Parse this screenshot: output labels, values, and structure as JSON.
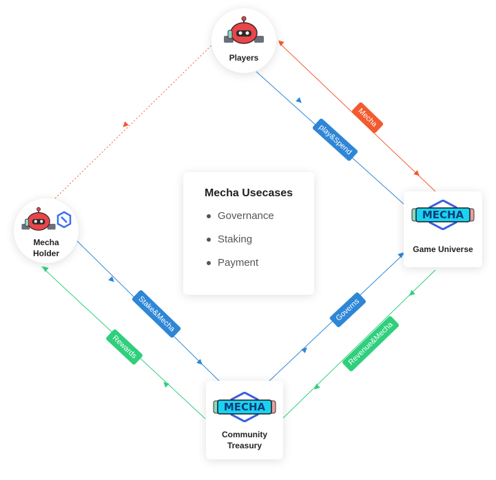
{
  "nodes": {
    "players": {
      "label": "Players",
      "icon": "robot-mascot-icon"
    },
    "holder": {
      "label": "Mecha\nHolder",
      "icon": "robot-mascot-icon"
    },
    "game": {
      "label": "Game Universe",
      "icon": "mecha-logo-icon"
    },
    "treasury": {
      "label": "Community\nTreasury",
      "icon": "mecha-logo-icon"
    }
  },
  "logo_text": "MECHA",
  "usecases": {
    "title": "Mecha Usecases",
    "items": [
      "Governance",
      "Staking",
      "Payment"
    ]
  },
  "edge_labels": {
    "mecha": "Mecha",
    "play_spend": "play&Spend",
    "stake_mecha": "Stake&Mecha",
    "rewards": "Rewards",
    "governs": "Governs",
    "revenue_mecha": "Revenue&Mecha"
  },
  "colors": {
    "blue": "#2e86d6",
    "red": "#f25a2f",
    "green": "#2fcf7c",
    "cyan": "#19d3f0",
    "robot_red": "#e8464a"
  }
}
